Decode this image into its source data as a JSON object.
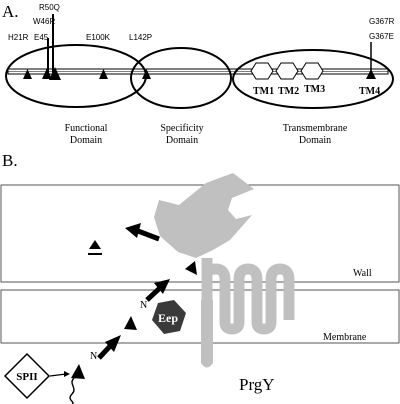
{
  "panel_a": {
    "label": "A.",
    "mutations": [
      {
        "label": "H21R"
      },
      {
        "label": "E45"
      },
      {
        "label": "W46R"
      },
      {
        "label": "R50Q"
      },
      {
        "label": "E100K"
      },
      {
        "label": "L142P"
      },
      {
        "label": "G367R"
      },
      {
        "label": "G367E"
      }
    ],
    "domains": {
      "functional": [
        "Functional",
        "Domain"
      ],
      "specificity": [
        "Specificity",
        "Domain"
      ],
      "transmembrane": [
        "Transmembrane",
        "Domain"
      ]
    },
    "tm_labels": [
      "TM1",
      "TM2",
      "TM3",
      "TM4"
    ]
  },
  "panel_b": {
    "label": "B.",
    "wall_label": "Wall",
    "membrane_label": "Membrane",
    "prgy_label": "PrgY",
    "eep_label": "Eep",
    "spii_label": "SPII",
    "n_label": "N"
  },
  "colors": {
    "grey": "#c0c0c0",
    "dark": "#3a3a3a",
    "black": "#000000"
  }
}
